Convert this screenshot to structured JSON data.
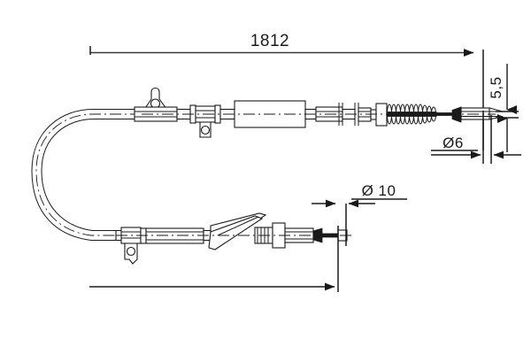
{
  "drawing": {
    "title": "brake-cable-technical-drawing",
    "background_color": "#ffffff",
    "line_color": "#1a1a1a",
    "dimensions": {
      "overall_length": {
        "label": "1812",
        "name": "overall-length-dimension",
        "orientation": "horizontal",
        "position": "top"
      },
      "offset_height": {
        "label": "5,5",
        "name": "offset-height-dimension",
        "orientation": "vertical-rotated",
        "position": "right"
      },
      "diameter_small": {
        "label": "Ø6",
        "name": "diameter-6-dimension",
        "orientation": "horizontal",
        "position": "right-lower"
      },
      "diameter_large": {
        "label": "Ø 10",
        "name": "diameter-10-dimension",
        "orientation": "horizontal",
        "position": "middle-lower"
      }
    },
    "parts": {
      "upper_cable": "upper-cable-run",
      "lower_cable": "lower-cable-run",
      "u_bend": "cable-u-bend",
      "bracket_triangular": "triangular-mounting-bracket",
      "bracket_square": "square-mounting-bracket",
      "bracket_lower": "lower-mounting-bracket",
      "sleeve_body": "cylindrical-sleeve-body",
      "coil_spring": "coil-spring-section",
      "end_fitting_upper": "upper-end-fitting",
      "end_fitting_lower": "lower-end-fitting",
      "wedge_connector": "wedge-connector"
    }
  }
}
